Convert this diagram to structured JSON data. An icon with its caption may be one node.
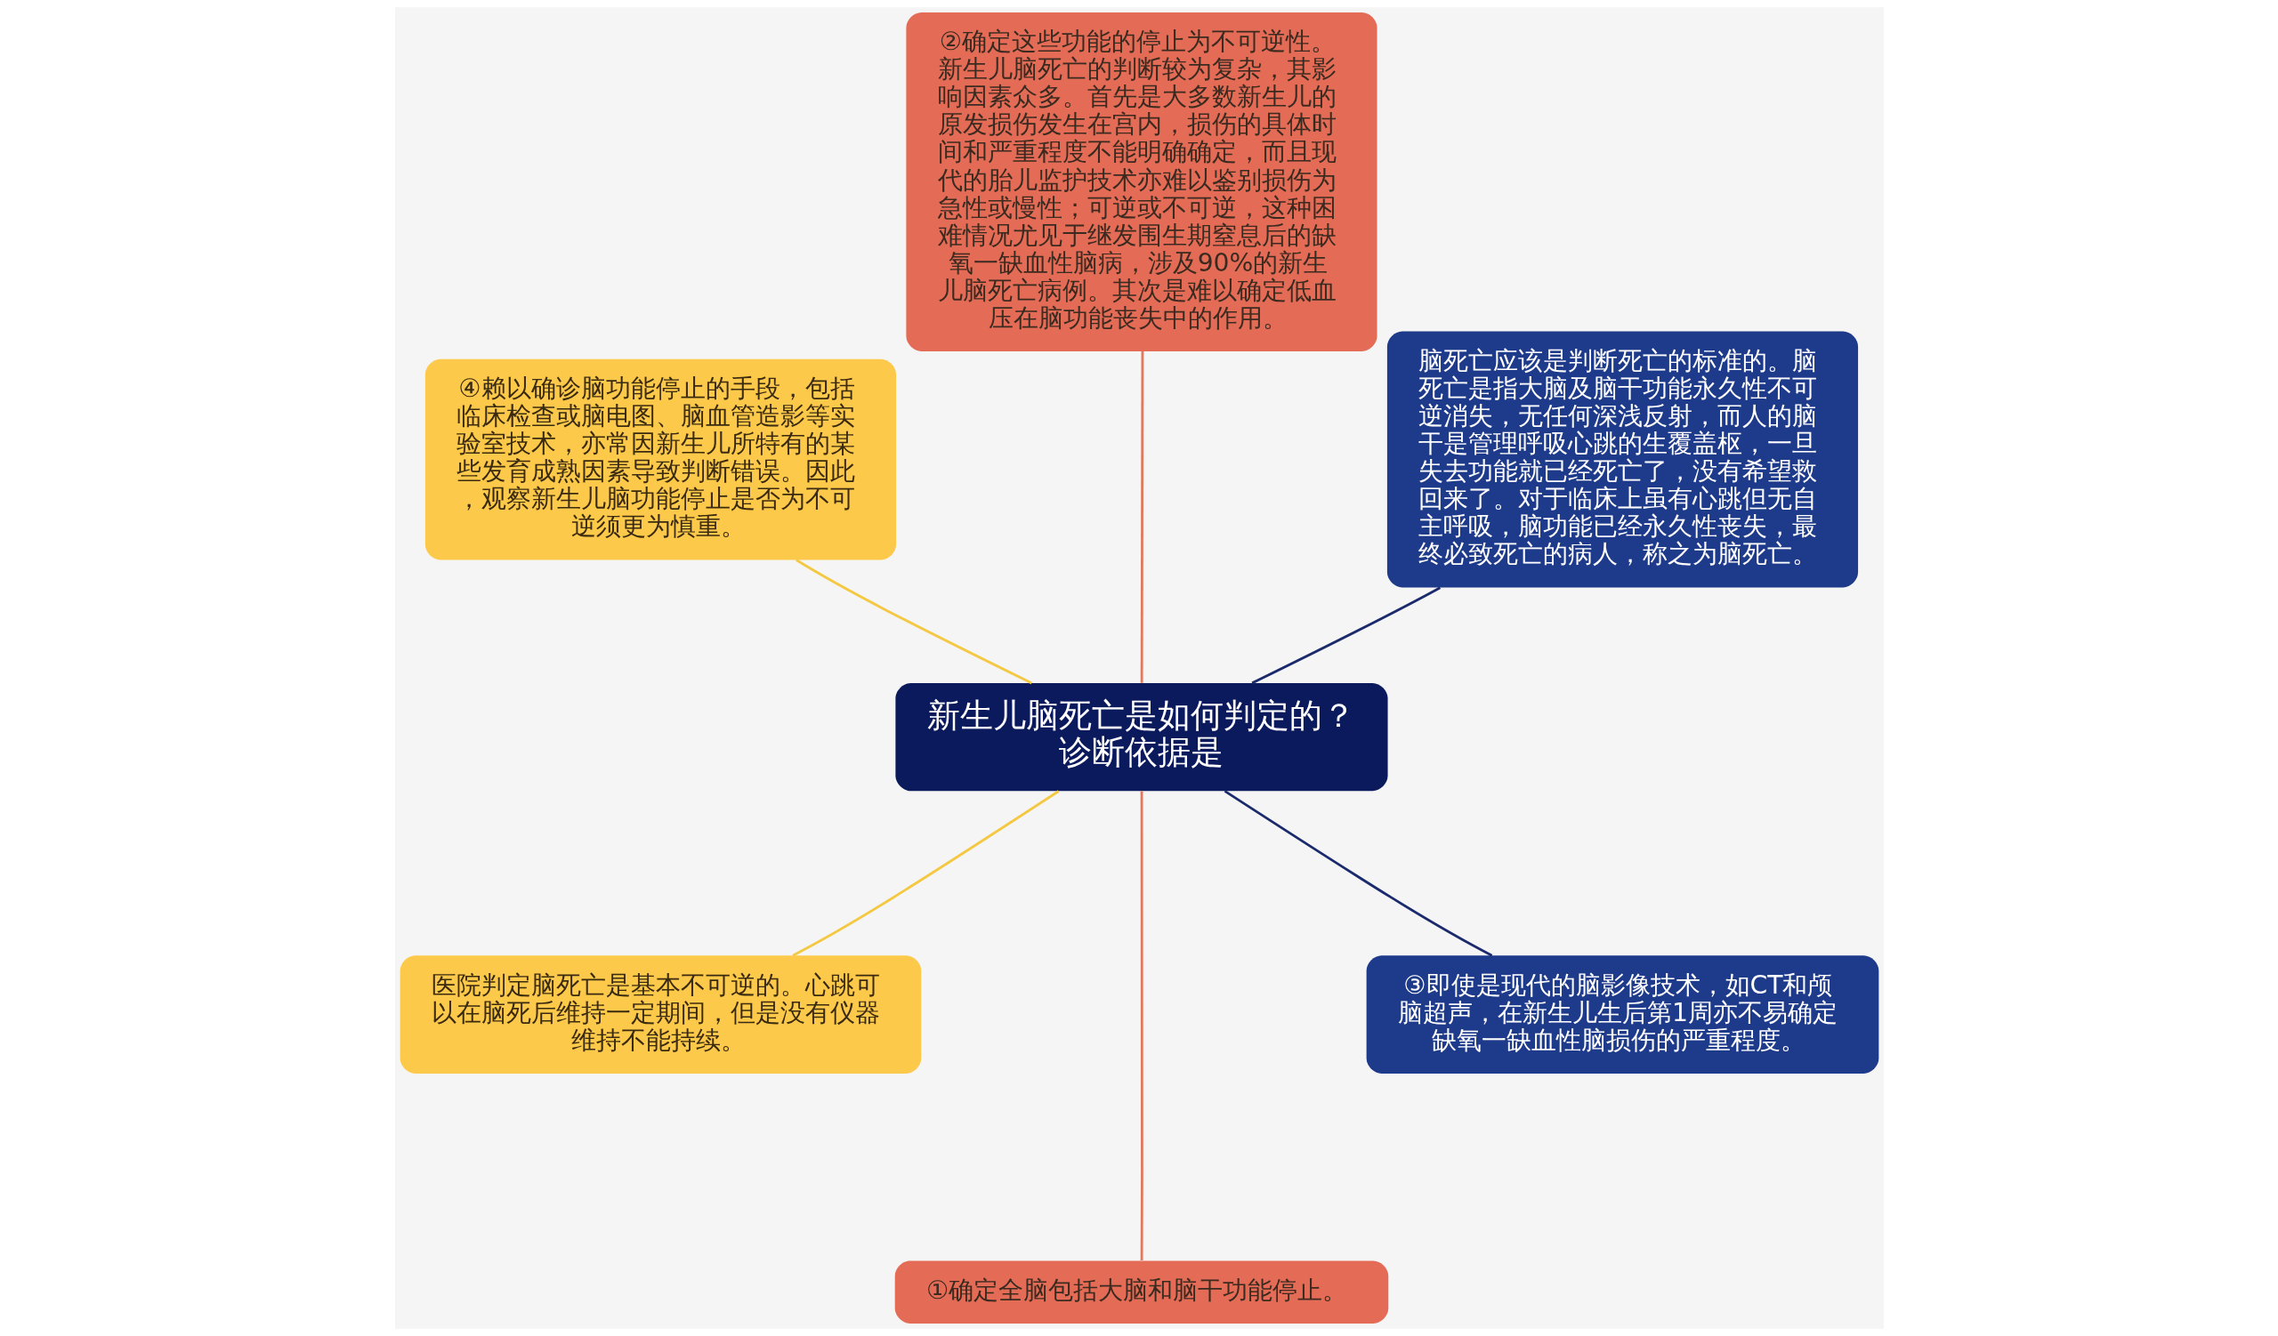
{
  "diagram": {
    "nodes": [
      {
        "text": [
          "新生儿脑死亡是如何判定的？诊断依据是"
        ]
      },
      {
        "text": [
          "脑死亡应该是判断死亡的标准的。脑死亡是指大脑及脑干功能永久性不可逆消失，无任何深浅反射，而人的脑干是管理呼吸心跳的生覆盖枢，一旦失去功能就已经死亡了，没有希望救回来了。对于临床上虽有心跳但无自主呼吸，脑功能已经永久性丧失，最终必致死亡的病人，称之为脑死亡。"
        ]
      },
      {
        "text": [
          "②确定这些功能的停止为不可逆性。新生儿脑死亡的判断较为复杂，其影响因素众多。首先是大多数新生儿的原发损伤发生在宫内，损伤的具体时间和严重程度不能明确确定，而且现代的胎儿监护技术亦难以鉴别损伤为急性或慢性；可逆或不可逆，这种困难情况尤见于继发围生期窒息后的缺氧一缺血性脑病，涉及90%的新生儿脑死亡病例。其次是难以确定低血压在脑功能丧失中的作用。"
        ]
      },
      {
        "text": [
          "④赖以确诊脑功能停止的手段，包括临床检查或脑电图、脑血管造影等实验室技术，亦常因新生儿所特有的某些发育成熟因素导致判断错误。因此，观察新生儿脑功能停止是否为不可逆须更为慎重。"
        ]
      },
      {
        "text": [
          "医院判定脑死亡是基本不可逆的。心跳可以在脑死后维持一定期间，但是没有仪器维持不能持续。"
        ]
      },
      {
        "text": [
          "①确定全脑包括大脑和脑干功能停止。"
        ]
      },
      {
        "text": [
          "③即使是现代的脑影像技术，如CT和颅脑超声，在新生儿生后第1周亦不易确定缺氧一缺血性脑损伤的严重程度。"
        ]
      }
    ],
    "edges": [
      {
        "from": 0,
        "to": 1,
        "arrow": "none",
        "color": "#1a2a6c"
      },
      {
        "from": 0,
        "to": 2,
        "arrow": "none",
        "color": "#e07a5f"
      },
      {
        "from": 0,
        "to": 3,
        "arrow": "none",
        "color": "#f5c842"
      },
      {
        "from": 0,
        "to": 4,
        "arrow": "none",
        "color": "#f5c842"
      },
      {
        "from": 0,
        "to": 5,
        "arrow": "none",
        "color": "#e07a5f"
      },
      {
        "from": 0,
        "to": 6,
        "arrow": "none",
        "color": "#1a2a6c"
      }
    ]
  }
}
